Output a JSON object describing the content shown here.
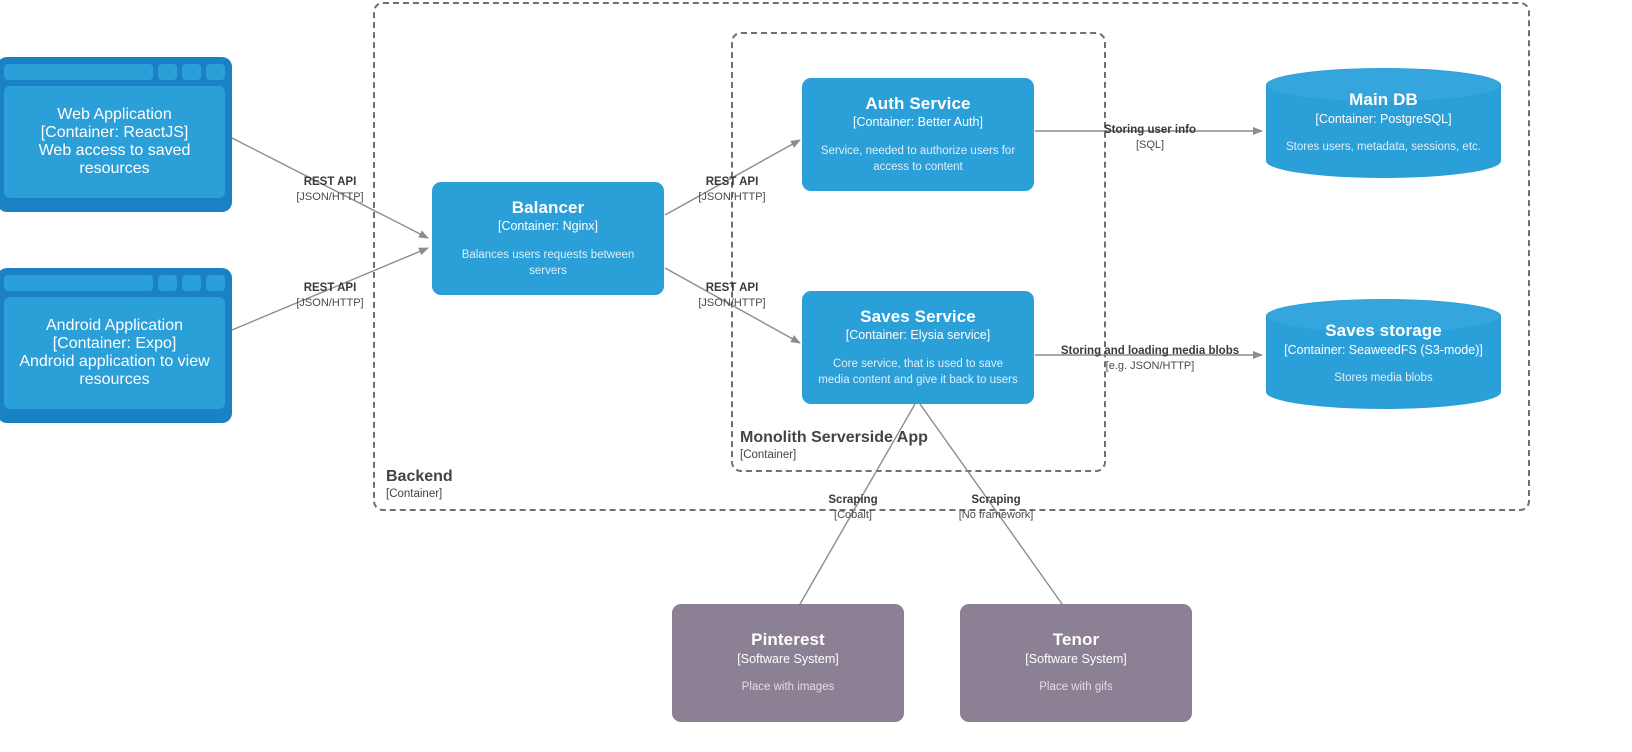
{
  "diagram": {
    "type": "C4 Container diagram",
    "background": "#ffffff",
    "colors": {
      "container": "#2b9fd8",
      "container_frame": "#1a82c4",
      "software_system": "#8b8094",
      "boundary_border": "#707070",
      "edge": "#8c8c8c",
      "label_text": "#3a3a3a"
    }
  },
  "boundaries": [
    {
      "id": "backend",
      "title": "Backend",
      "subtitle": "[Container]"
    },
    {
      "id": "monolith",
      "title": "Monolith Serverside App",
      "subtitle": "[Container]"
    }
  ],
  "nodes": {
    "web_application": {
      "title": "Web Application",
      "type": "[Container: ReactJS]",
      "description": "Web access to saved resources",
      "shape": "browser-window",
      "style": "container"
    },
    "android_application": {
      "title": "Android Application",
      "type": "[Container: Expo]",
      "description": "Android application to view resources",
      "shape": "browser-window",
      "style": "container"
    },
    "balancer": {
      "title": "Balancer",
      "type": "[Container: Nginx]",
      "description": "Balances users requests between servers",
      "shape": "rounded-box",
      "style": "container"
    },
    "auth_service": {
      "title": "Auth Service",
      "type": "[Container: Better Auth]",
      "description": "Service, needed to authorize users for access to content",
      "shape": "rounded-box",
      "style": "container"
    },
    "saves_service": {
      "title": "Saves Service",
      "type": "[Container: Elysia service]",
      "description": "Core service, that is used to save media content and give it back to users",
      "shape": "rounded-box",
      "style": "container"
    },
    "main_db": {
      "title": "Main DB",
      "type": "[Container: PostgreSQL]",
      "description": "Stores users, metadata, sessions, etc.",
      "shape": "cylinder",
      "style": "container"
    },
    "saves_storage": {
      "title": "Saves storage",
      "type": "[Container: SeaweedFS (S3-mode)]",
      "description": "Stores media blobs",
      "shape": "cylinder",
      "style": "container"
    },
    "pinterest": {
      "title": "Pinterest",
      "type": "[Software System]",
      "description": "Place with images",
      "shape": "rounded-box",
      "style": "software-system"
    },
    "tenor": {
      "title": "Tenor",
      "type": "[Software System]",
      "description": "Place with gifs",
      "shape": "rounded-box",
      "style": "software-system"
    }
  },
  "edges": [
    {
      "id": "web-to-balancer",
      "from": "web_application",
      "to": "balancer",
      "label": "REST API",
      "tech": "[JSON/HTTP]"
    },
    {
      "id": "android-to-balancer",
      "from": "android_application",
      "to": "balancer",
      "label": "REST API",
      "tech": "[JSON/HTTP]"
    },
    {
      "id": "balancer-to-auth",
      "from": "balancer",
      "to": "auth_service",
      "label": "REST API",
      "tech": "[JSON/HTTP]"
    },
    {
      "id": "balancer-to-saves",
      "from": "balancer",
      "to": "saves_service",
      "label": "REST API",
      "tech": "[JSON/HTTP]"
    },
    {
      "id": "auth-to-maindb",
      "from": "auth_service",
      "to": "main_db",
      "label": "Storing user info",
      "tech": "[SQL]"
    },
    {
      "id": "saves-to-storage",
      "from": "saves_service",
      "to": "saves_storage",
      "label": "Storing and loading media blobs",
      "tech": "[e.g. JSON/HTTP]"
    },
    {
      "id": "saves-to-pinterest",
      "from": "saves_service",
      "to": "pinterest",
      "label": "Scraping",
      "tech": "[Cobalt]"
    },
    {
      "id": "saves-to-tenor",
      "from": "saves_service",
      "to": "tenor",
      "label": "Scraping",
      "tech": "[No framework]"
    }
  ]
}
